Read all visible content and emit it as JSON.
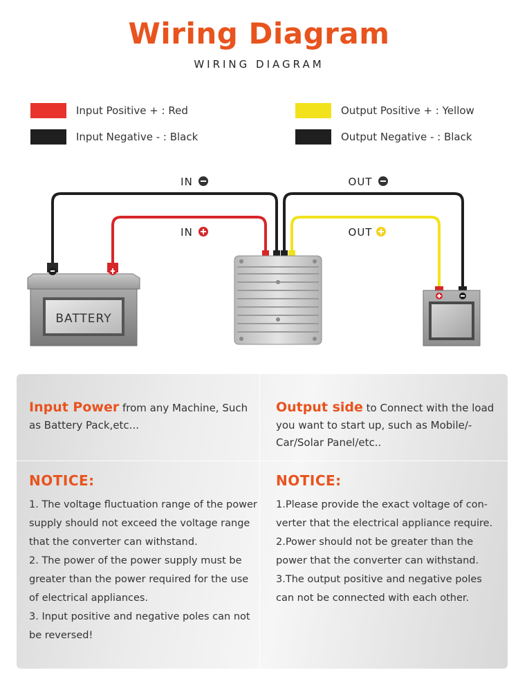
{
  "header": {
    "title": "Wiring Diagram",
    "subtitle": "WIRING DIAGRAM"
  },
  "legend": [
    {
      "label": "Input Positive + :  Red",
      "color": "#e8322c"
    },
    {
      "label": "Input Negative - :  Black",
      "color": "#1f1f1f"
    },
    {
      "label": "Output Positive + :  Yellow",
      "color": "#f2e21b"
    },
    {
      "label": "Output Negative - :  Black",
      "color": "#1f1f1f"
    }
  ],
  "diagram": {
    "labels": {
      "in_negative": "IN",
      "in_positive": "IN",
      "out_negative": "OUT",
      "out_positive": "OUT"
    },
    "battery_label": "BATTERY",
    "colors": {
      "red": "#d7262a",
      "black": "#1f1f1f",
      "yellow": "#f2e21b",
      "accent": "#e8531e"
    }
  },
  "input_side": {
    "heading": "Input Power",
    "text": " from any Machine, Such as Battery Pack,etc..."
  },
  "output_side": {
    "heading": "Output side",
    "text": " to Connect with the load you want to start up, such as Mobile/-Car/Solar Panel/etc.."
  },
  "notice_left": {
    "title": "NOTICE:",
    "items": [
      "1. The voltage fluctuation range of the power supply should not exceed the voltage range that the converter can withstand.",
      "2. The power of the power supply must be greater than the power required for the use of electrical appliances.",
      "3. Input positive and negative poles can not be reversed!"
    ]
  },
  "notice_right": {
    "title": "NOTICE:",
    "items": [
      "1.Please provide the exact voltage of con-verter that the electrical appliance require.",
      "2.Power should not be greater than the power that the converter can withstand.",
      "3.The output positive and negative poles can not be connected with each other."
    ]
  }
}
